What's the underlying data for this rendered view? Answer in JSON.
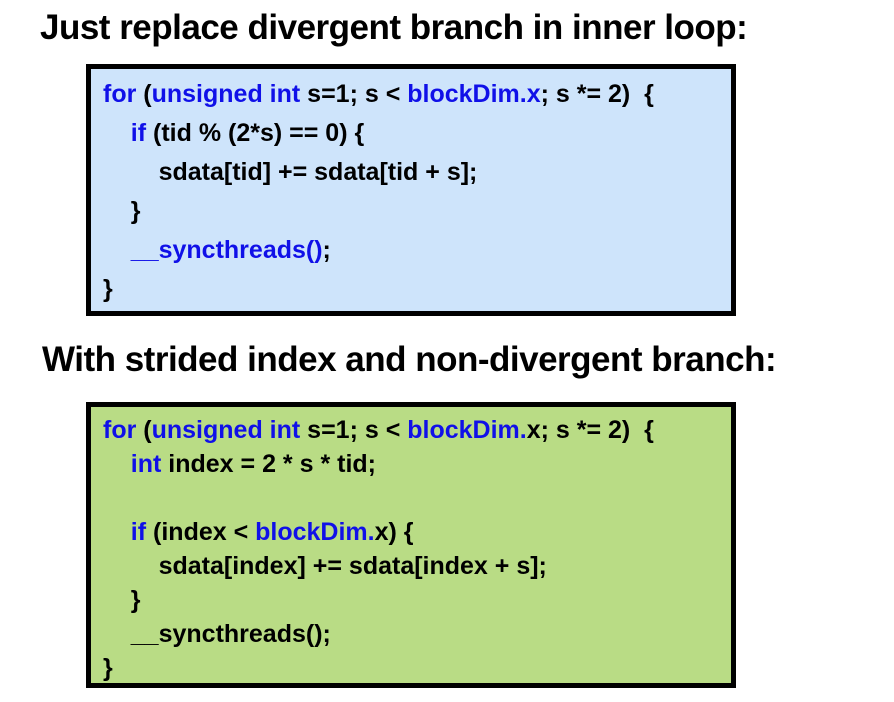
{
  "colors": {
    "keyword_blue": "#1010E8",
    "text_black": "#000000",
    "border_black": "#000000",
    "page_bg": "#FFFFFF",
    "block1_bg": "#CEE4FB",
    "block2_bg": "#B9DC85"
  },
  "heading1": "Just replace divergent branch in inner loop:",
  "heading2": "With strided index and non-divergent branch:",
  "code_blocks": [
    {
      "name": "divergent-branch-inner-loop-code",
      "bg": "#CEE4FB",
      "lines": [
        [
          {
            "c": "kw",
            "t": "for"
          },
          {
            "c": "p",
            "t": " ("
          },
          {
            "c": "kw",
            "t": "unsigned int"
          },
          {
            "c": "p",
            "t": " s=1; s < "
          },
          {
            "c": "kw",
            "t": "blockDim.x"
          },
          {
            "c": "p",
            "t": "; s *= 2)  {"
          }
        ],
        [
          {
            "c": "p",
            "t": "    "
          },
          {
            "c": "kw",
            "t": "if"
          },
          {
            "c": "p",
            "t": " (tid % (2*s) == 0) {"
          }
        ],
        [
          {
            "c": "p",
            "t": "        sdata[tid] += sdata[tid + s];"
          }
        ],
        [
          {
            "c": "p",
            "t": "    }"
          }
        ],
        [
          {
            "c": "p",
            "t": "    "
          },
          {
            "c": "kw",
            "t": "__syncthreads()"
          },
          {
            "c": "p",
            "t": ";"
          }
        ],
        [
          {
            "c": "p",
            "t": "}"
          }
        ]
      ]
    },
    {
      "name": "strided-index-non-divergent-code",
      "bg": "#B9DC85",
      "lines": [
        [
          {
            "c": "kw",
            "t": "for"
          },
          {
            "c": "p",
            "t": " ("
          },
          {
            "c": "kw",
            "t": "unsigned int"
          },
          {
            "c": "p",
            "t": " s=1; s < "
          },
          {
            "c": "kw",
            "t": "blockDim."
          },
          {
            "c": "p",
            "t": "x; s *= 2)  {"
          }
        ],
        [
          {
            "c": "p",
            "t": "    "
          },
          {
            "c": "kw",
            "t": "int"
          },
          {
            "c": "p",
            "t": " index = 2 * s * tid;"
          }
        ],
        [
          {
            "c": "p",
            "t": ""
          }
        ],
        [
          {
            "c": "p",
            "t": "    "
          },
          {
            "c": "kw",
            "t": "if"
          },
          {
            "c": "p",
            "t": " (index < "
          },
          {
            "c": "kw",
            "t": "blockDim."
          },
          {
            "c": "p",
            "t": "x) {"
          }
        ],
        [
          {
            "c": "p",
            "t": "        sdata[index] += sdata[index + s];"
          }
        ],
        [
          {
            "c": "p",
            "t": "    }"
          }
        ],
        [
          {
            "c": "p",
            "t": "    __syncthreads();"
          }
        ],
        [
          {
            "c": "p",
            "t": "}"
          }
        ]
      ]
    }
  ]
}
